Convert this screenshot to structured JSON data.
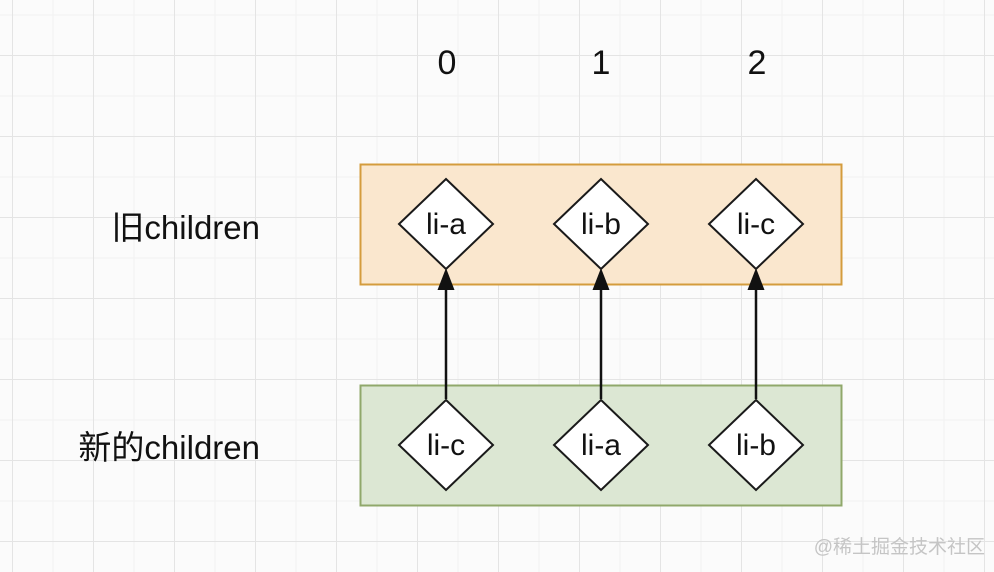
{
  "columns": [
    "0",
    "1",
    "2"
  ],
  "old_row": {
    "label": "旧children",
    "items": [
      "li-a",
      "li-b",
      "li-c"
    ],
    "fill": "#FAE7CE",
    "border": "#D49C3D"
  },
  "new_row": {
    "label": "新的children",
    "items": [
      "li-c",
      "li-a",
      "li-b"
    ],
    "fill": "#DCE7D3",
    "border": "#90A86B"
  },
  "node": {
    "fill": "#FFFFFF",
    "border": "#1A1A1A"
  },
  "arrows": [
    {
      "from": "new_row.0",
      "to": "old_row.0"
    },
    {
      "from": "new_row.1",
      "to": "old_row.1"
    },
    {
      "from": "new_row.2",
      "to": "old_row.2"
    }
  ],
  "watermark": "@稀土掘金技术社区"
}
